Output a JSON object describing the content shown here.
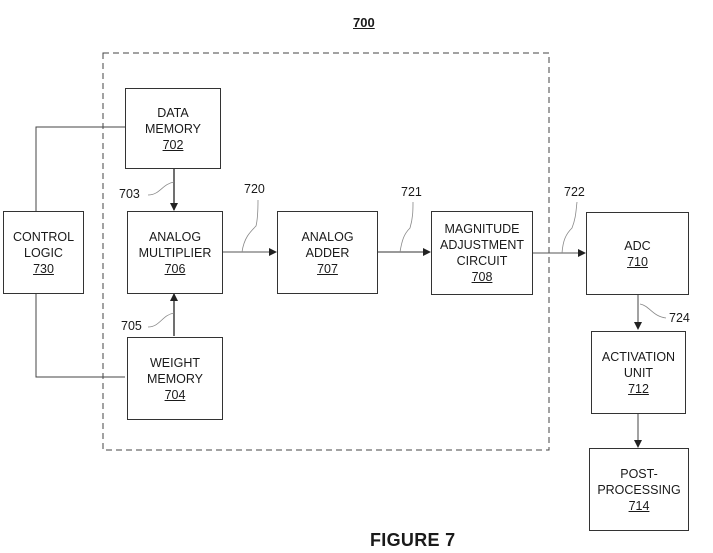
{
  "figure": {
    "number": "700",
    "caption": "FIGURE 7"
  },
  "blocks": {
    "data_memory": {
      "line1": "DATA",
      "line2": "MEMORY",
      "num": "702"
    },
    "analog_multiplier": {
      "line1": "ANALOG",
      "line2": "MULTIPLIER",
      "num": "706"
    },
    "weight_memory": {
      "line1": "WEIGHT",
      "line2": "MEMORY",
      "num": "704"
    },
    "control_logic": {
      "line1": "CONTROL",
      "line2": "LOGIC",
      "num": "730"
    },
    "analog_adder": {
      "line1": "ANALOG",
      "line2": "ADDER",
      "num": "707"
    },
    "magnitude_adjustment": {
      "line1": "MAGNITUDE",
      "line2": "ADJUSTMENT",
      "line3": "CIRCUIT",
      "num": "708"
    },
    "adc": {
      "line1": "ADC",
      "num": "710"
    },
    "activation_unit": {
      "line1": "ACTIVATION",
      "line2": "UNIT",
      "num": "712"
    },
    "post_processing": {
      "line1": "POST-",
      "line2": "PROCESSING",
      "num": "714"
    }
  },
  "signals": {
    "s703": "703",
    "s705": "705",
    "s720": "720",
    "s721": "721",
    "s722": "722",
    "s724": "724"
  },
  "colors": {
    "line": "#333333",
    "background": "#ffffff"
  }
}
